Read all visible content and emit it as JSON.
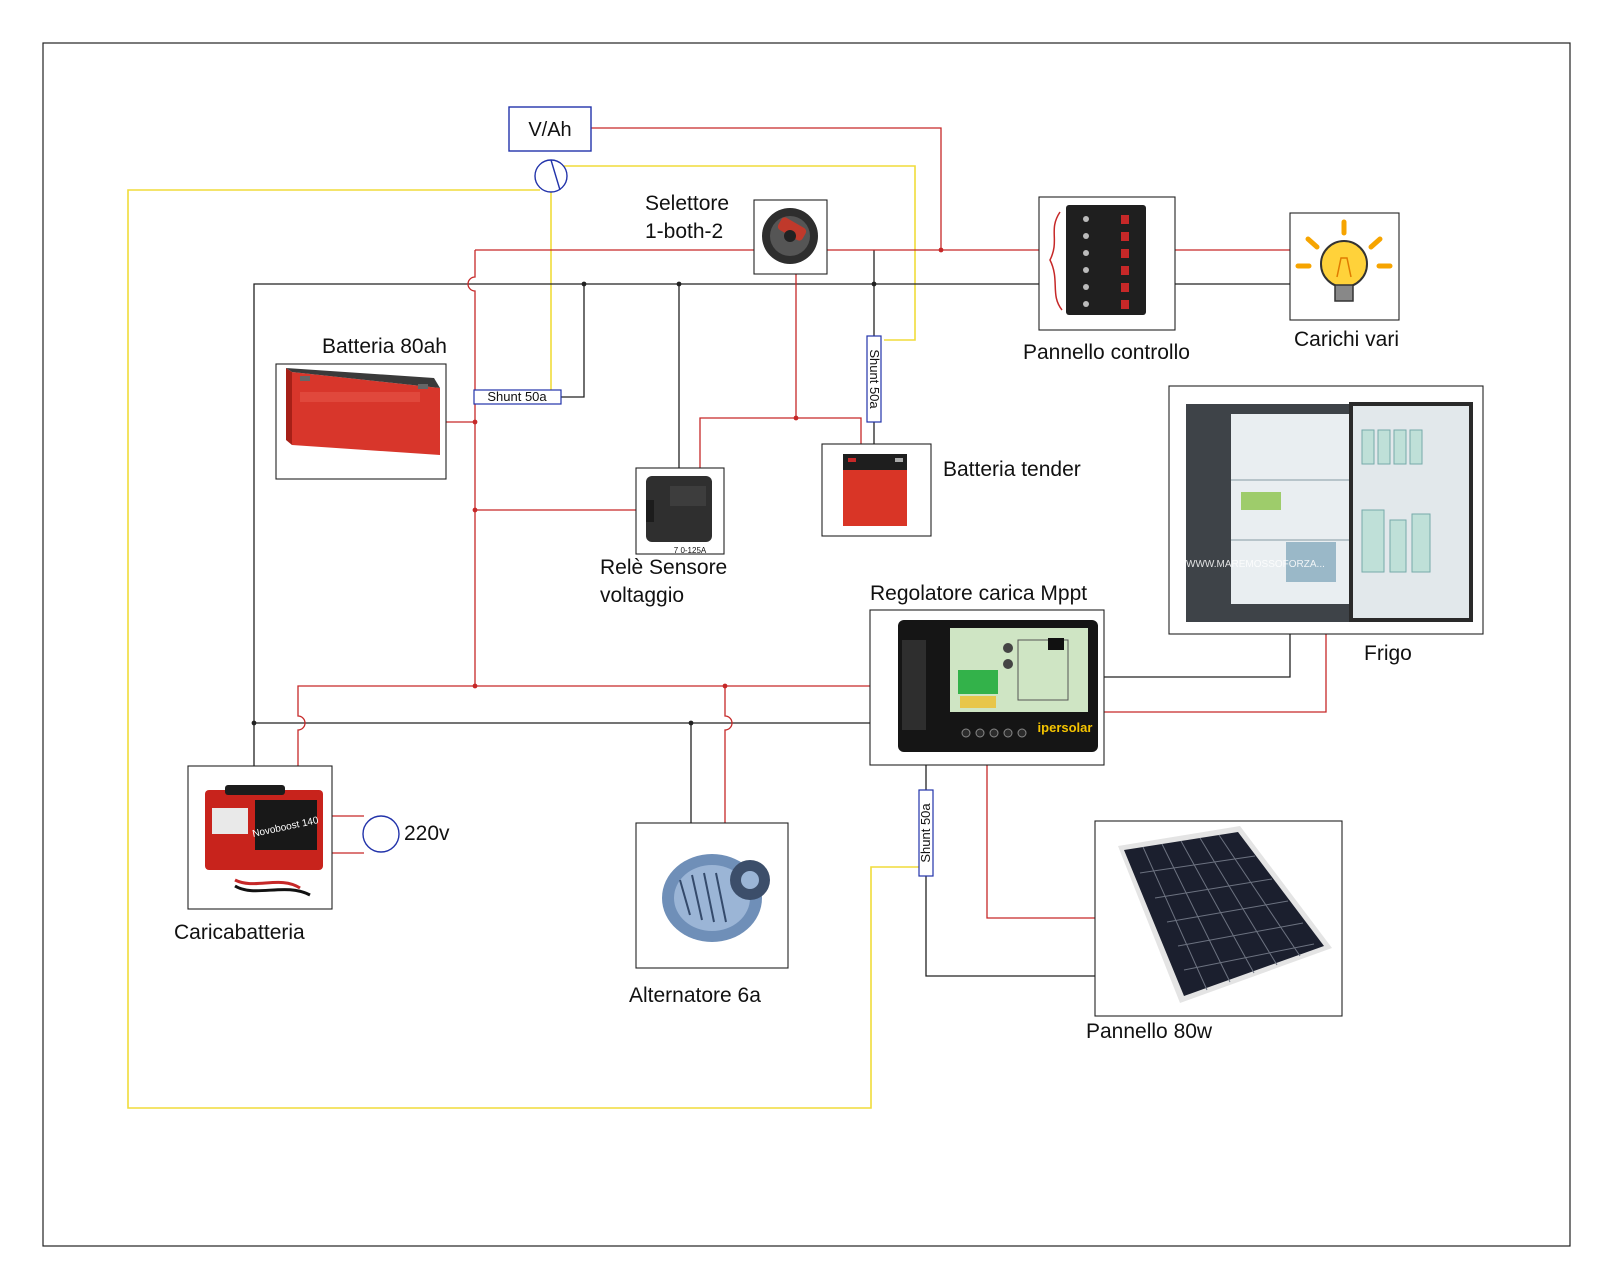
{
  "components": {
    "meter": "V/Ah",
    "selector": "Selettore\n1-both-2",
    "battery_main": "Batteria 80ah",
    "shunt_battery": "Shunt 50a",
    "shunt_selector": "Shunt 50a",
    "shunt_solar": "Shunt 50a",
    "control_panel": "Pannello controllo",
    "loads": "Carichi vari",
    "fridge": "Frigo",
    "battery_tender": "Batteria tender",
    "relay": "Relè Sensore\nvoltaggio",
    "relay_code": "7 0-125A",
    "mppt": "Regolatore carica Mppt",
    "mppt_brand": "ipersolar",
    "charger": "Caricabatteria",
    "charger_model": "Novoboost 140",
    "mains": "220v",
    "alternator": "Alternatore 6a",
    "solar_panel": "Pannello 80w",
    "fridge_watermark": "WWW.MAREMOSSOFORZA..."
  },
  "colors": {
    "positive_wire": "#c62828",
    "negative_wire": "#222222",
    "signal_wire": "#f0dc3a",
    "meter_outline": "#2233aa"
  }
}
